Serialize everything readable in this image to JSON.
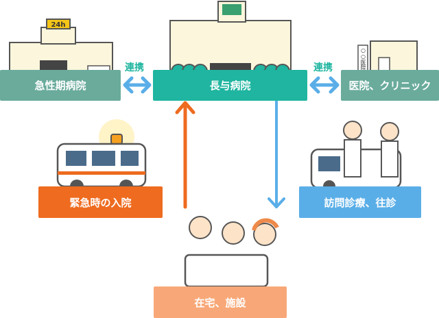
{
  "nodes": {
    "acute": "急性期病院",
    "main": "長与病院",
    "clinic": "医院、クリニック",
    "emergency": "緊急時の入院",
    "visit": "訪問診療、往診",
    "home": "在宅、施設"
  },
  "links": {
    "left": "連携",
    "right": "連携"
  },
  "signs": {
    "hours": "24h",
    "clinic_sign": "○○医院"
  },
  "colors": {
    "teal": "#1fb5a0",
    "sage": "#6aab9c",
    "orange": "#ee6b1f",
    "blue": "#5aaee8",
    "peach": "#f8a878"
  }
}
